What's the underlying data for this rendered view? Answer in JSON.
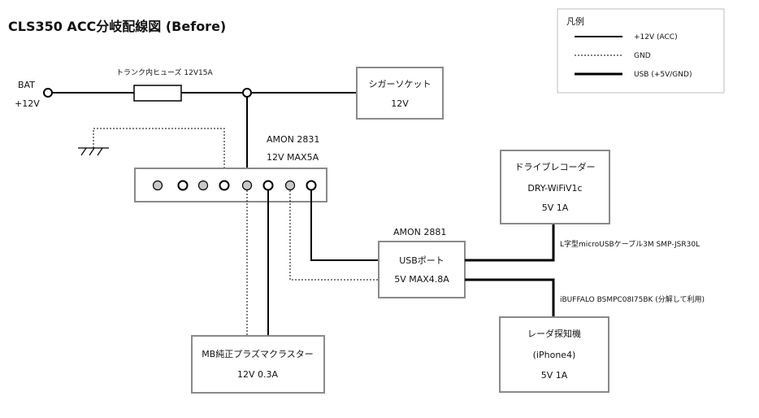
{
  "title": "CLS350 ACC分岐配線図 (Before)",
  "legend": {
    "heading": "凡例",
    "items": [
      {
        "label": "+12V (ACC)",
        "style": "solid"
      },
      {
        "label": "GND",
        "style": "dotted"
      },
      {
        "label": "USB (+5V/GND)",
        "style": "thick"
      }
    ]
  },
  "battery": {
    "name": "BAT",
    "voltage": "+12V"
  },
  "fuse": {
    "label": "トランク内ヒューズ 12V15A"
  },
  "cigar_socket": {
    "line1": "シガーソケット",
    "line2": "12V"
  },
  "amon2831": {
    "line1": "AMON 2831",
    "line2": "12V MAX5A"
  },
  "amon2881": {
    "label": "AMON 2881"
  },
  "usb_port": {
    "line1": "USBポート",
    "line2": "5V MAX4.8A"
  },
  "drive_recorder": {
    "line1": "ドライブレコーダー",
    "line2": "DRY-WiFiV1c",
    "line3": "5V 1A"
  },
  "cable1": {
    "label": "L字型microUSBケーブル3M SMP-JSR30L"
  },
  "cable2": {
    "label": "iBUFFALO BSMPC08I75BK (分解して利用)"
  },
  "radar": {
    "line1": "レーダ探知機",
    "line2": "(iPhone4)",
    "line3": "5V 1A"
  },
  "cluster": {
    "line1": "MB純正プラズマクラスター",
    "line2": "12V 0.3A"
  },
  "colors": {
    "wire": "#000000",
    "box_border": "#8a8a8a",
    "port_filled": "#c8c8c8"
  }
}
